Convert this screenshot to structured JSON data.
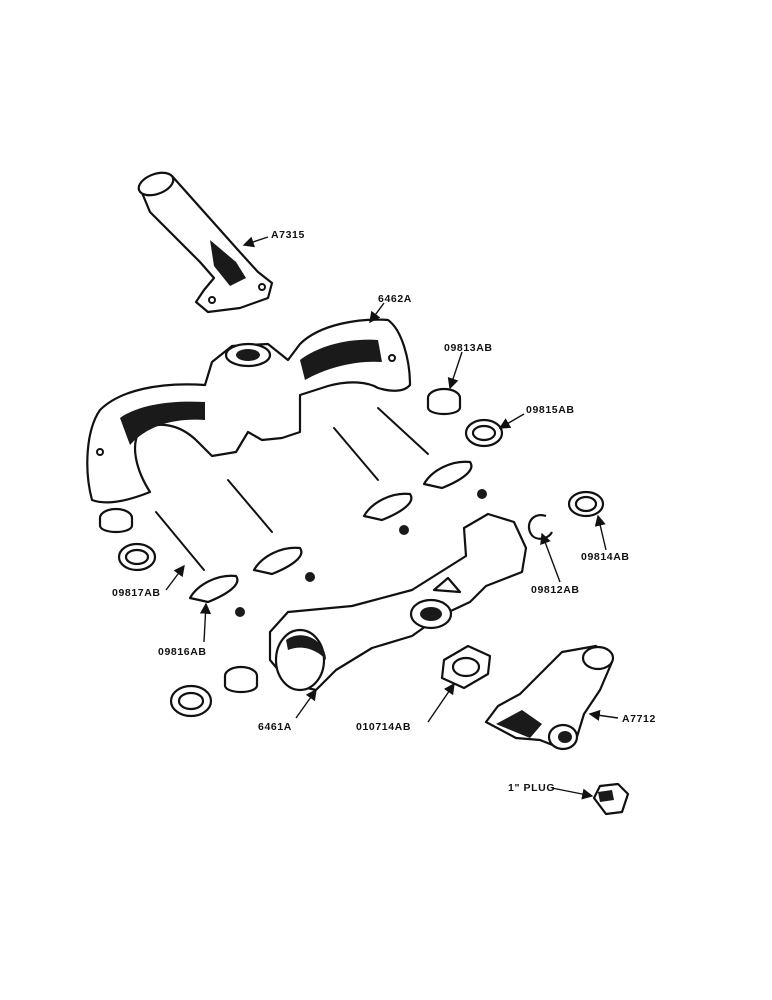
{
  "labels": {
    "a7315": "A7315",
    "p6462a": "6462A",
    "p09813ab": "09813AB",
    "p09815ab": "09815AB",
    "p09814ab": "09814AB",
    "p09812ab": "09812AB",
    "p09817ab": "09817AB",
    "p09816ab": "09816AB",
    "p6461a": "6461A",
    "p010714ab": "010714AB",
    "a7712": "A7712",
    "plug": "1\" PLUG"
  }
}
